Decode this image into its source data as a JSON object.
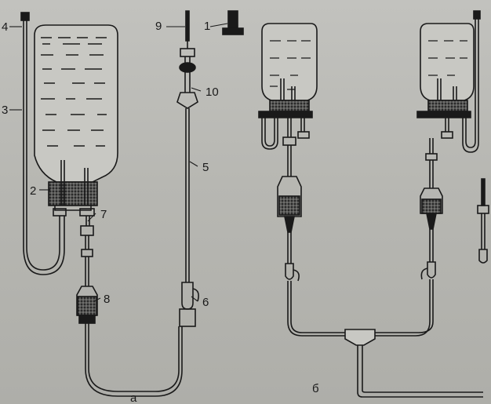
{
  "figure": {
    "panels": [
      {
        "id": "a",
        "caption": "а"
      },
      {
        "id": "b",
        "caption": "б"
      }
    ],
    "callouts": [
      "1",
      "2",
      "3",
      "4",
      "5",
      "6",
      "7",
      "8",
      "9",
      "10"
    ]
  },
  "colors": {
    "background": "#b9b9b5",
    "ink": "#1a1a1a",
    "fluid_lines": "#2a2a2a",
    "mesh": "#222222"
  }
}
